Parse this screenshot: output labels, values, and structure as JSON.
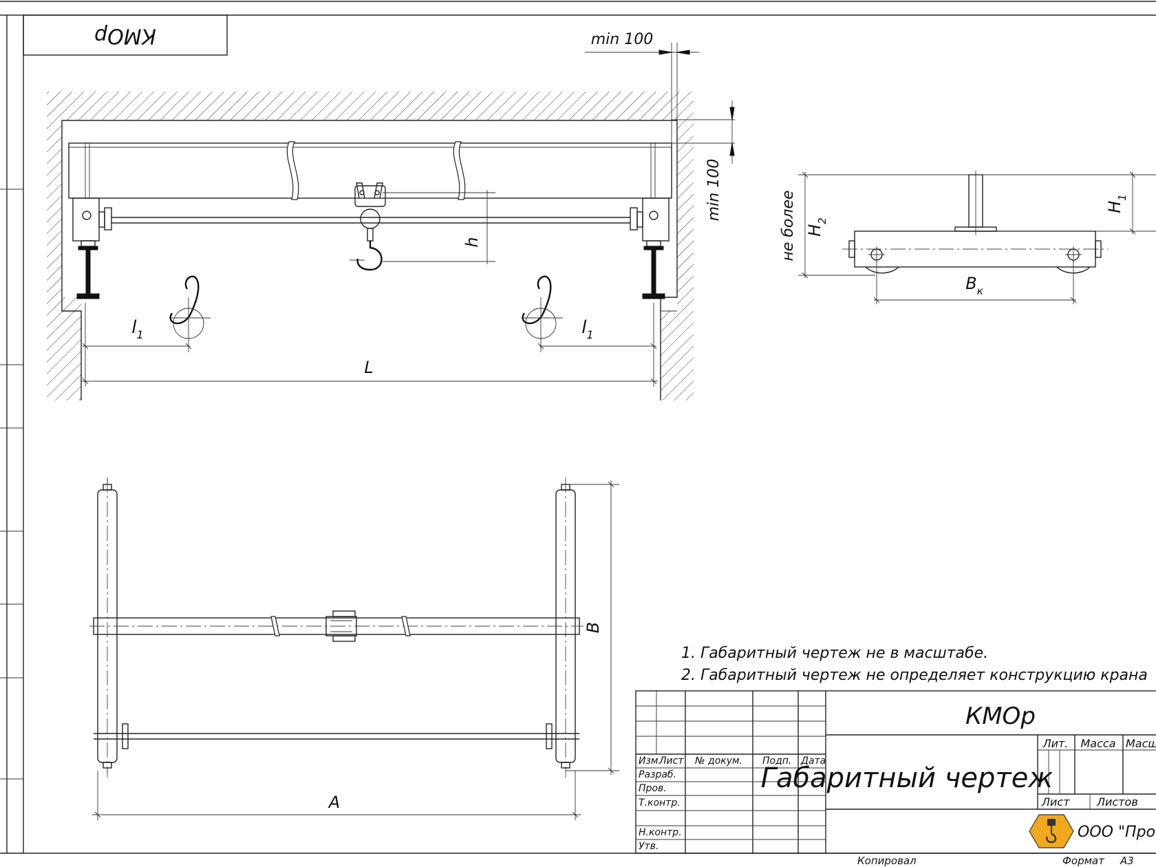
{
  "stamp_top_left": "КМОр",
  "dimensions": {
    "min_top": "min 100",
    "min_right": "min 100",
    "h": "h",
    "l1": "l",
    "l1_sub": "1",
    "L": "L",
    "B": "B",
    "A": "A",
    "ne_bolee": "не более",
    "H": "H",
    "H1_sub": "1",
    "H2_sub": "2",
    "Bk": "B",
    "Bk_sub": "к"
  },
  "notes": [
    "1. Габаритный чертеж не в масштабе.",
    "2. Габаритный чертеж не определяет конструкцию крана"
  ],
  "title_block": {
    "designation": "КМОр",
    "title": "Габаритный чертеж",
    "col_headers": [
      "Изм.",
      "Лист",
      "№ докум.",
      "Подп.",
      "Дата"
    ],
    "rows": [
      "Разраб.",
      "Пров.",
      "Т.контр.",
      "Н.контр.",
      "Утв."
    ],
    "lit": "Лит.",
    "massa": "Масса",
    "masshtab": "Масш",
    "list": "Лист",
    "listov": "Листов",
    "company": "ООО \"ПромМа",
    "copied": "Копировал",
    "format": "Формат",
    "format_value": "А3"
  },
  "colors": {
    "lines": "#222222",
    "logo_fill": "#f2a81d",
    "logo_dark": "#333333"
  }
}
